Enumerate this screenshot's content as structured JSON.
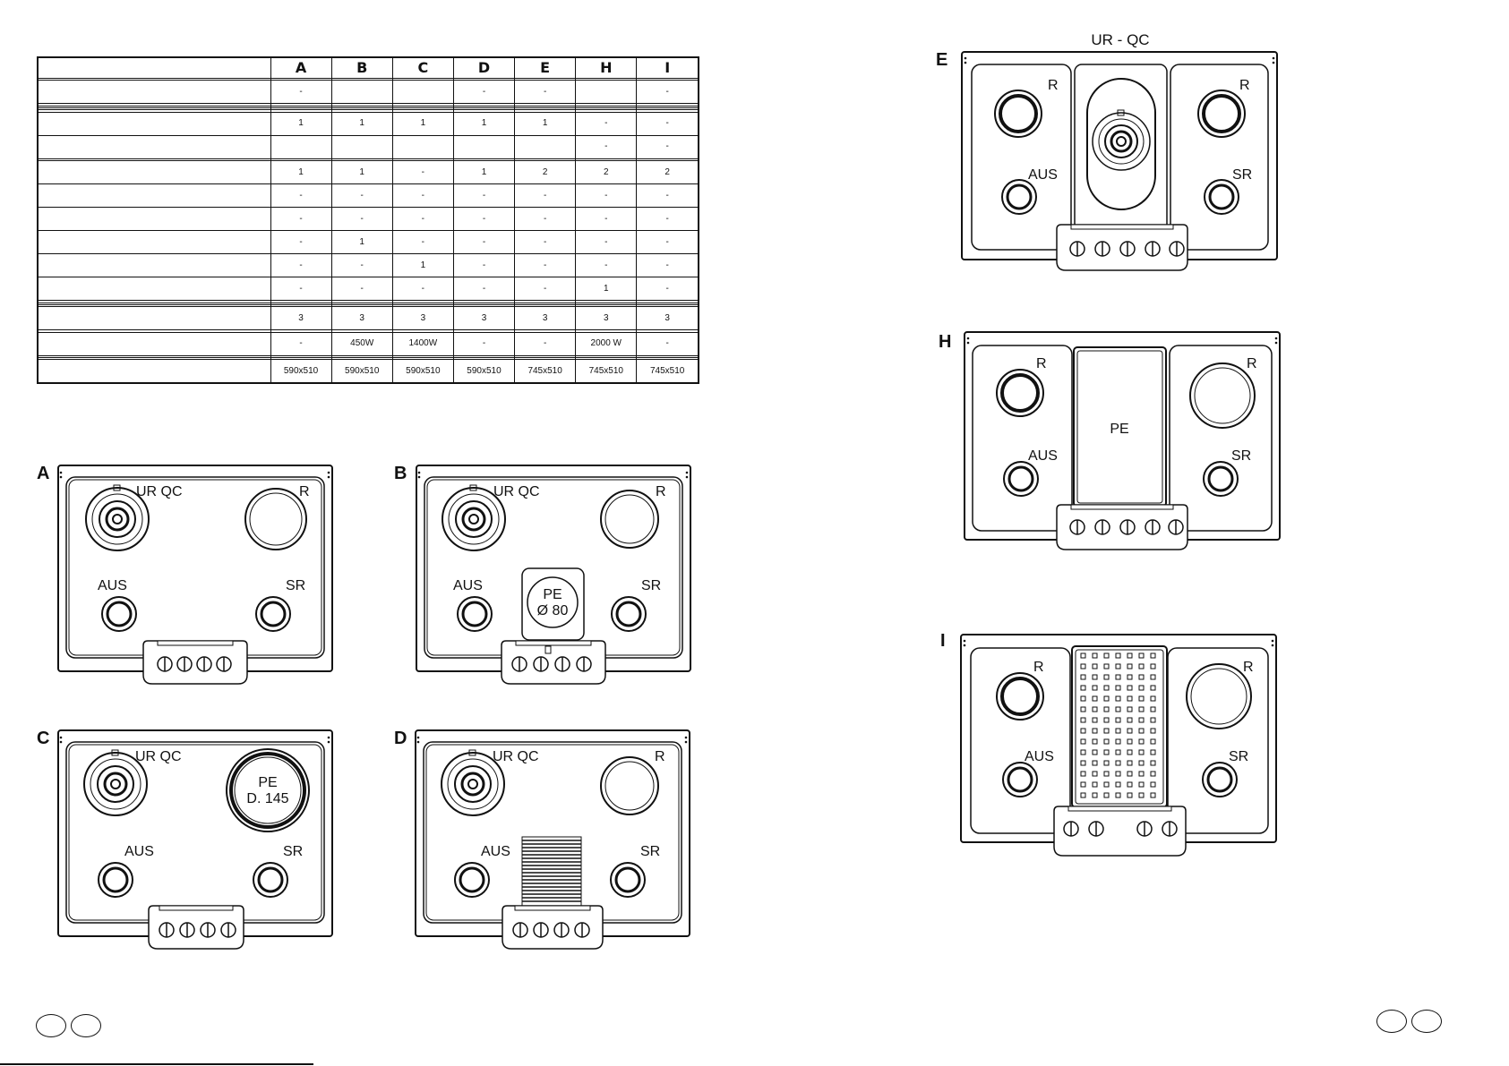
{
  "table": {
    "columns": [
      "A",
      "B",
      "C",
      "D",
      "E",
      "H",
      "I"
    ],
    "rows": [
      [
        "",
        "",
        "",
        "",
        "",
        "",
        ""
      ],
      [
        "-",
        "",
        "",
        "-",
        "-",
        "",
        "-"
      ],
      [
        "",
        "",
        "",
        "",
        "",
        "",
        ""
      ],
      [
        "",
        "",
        "",
        "",
        "",
        "",
        ""
      ],
      [
        "",
        "",
        "",
        "",
        "",
        "",
        ""
      ],
      [
        "",
        "",
        "",
        "",
        "",
        "",
        ""
      ],
      [
        "1",
        "1",
        "1",
        "1",
        "1",
        "-",
        "-"
      ],
      [
        "",
        "",
        "",
        "",
        "",
        "-",
        "-"
      ],
      [
        "",
        "",
        "",
        "",
        "",
        "",
        ""
      ],
      [
        "1",
        "1",
        "-",
        "1",
        "2",
        "2",
        "2"
      ],
      [
        "-",
        "-",
        "-",
        "-",
        "-",
        "-",
        "-"
      ],
      [
        "-",
        "-",
        "-",
        "-",
        "-",
        "-",
        "-"
      ],
      [
        "-",
        "1",
        "-",
        "-",
        "-",
        "-",
        "-"
      ],
      [
        "-",
        "-",
        "1",
        "-",
        "-",
        "-",
        "-"
      ],
      [
        "-",
        "-",
        "-",
        "-",
        "-",
        "1",
        "-"
      ],
      [
        "",
        "",
        "",
        "",
        "",
        "",
        ""
      ],
      [
        "",
        "",
        "",
        "",
        "",
        "",
        ""
      ],
      [
        "",
        "",
        "",
        "",
        "",
        "",
        ""
      ],
      [
        "3",
        "3",
        "3",
        "3",
        "3",
        "3",
        "3"
      ],
      [
        "",
        "",
        "",
        "",
        "",
        "",
        ""
      ],
      [
        "-",
        "450W",
        "1400W",
        "-",
        "-",
        "2000 W",
        "-"
      ],
      [
        "",
        "",
        "",
        "",
        "",
        "",
        ""
      ],
      [
        "",
        "",
        "",
        "",
        "",
        "",
        ""
      ],
      [
        "590x510",
        "590x510",
        "590x510",
        "590x510",
        "745x510",
        "745x510",
        "745x510"
      ]
    ]
  },
  "panels": {
    "A": {
      "letter": "A",
      "burner1": "UR QC",
      "burner2": "R",
      "burner3": "AUS",
      "burner4": "SR"
    },
    "B": {
      "letter": "B",
      "burner1": "UR QC",
      "burner2": "R",
      "burner3": "AUS",
      "burner4": "SR",
      "plate_line1": "PE",
      "plate_line2": "Ø 80"
    },
    "C": {
      "letter": "C",
      "burner1": "UR QC",
      "burner3": "AUS",
      "burner4": "SR",
      "plate_line1": "PE",
      "plate_line2": "D. 145"
    },
    "D": {
      "letter": "D",
      "burner1": "UR QC",
      "burner2": "R",
      "burner3": "AUS",
      "burner4": "SR"
    },
    "E": {
      "letter": "E",
      "title": "UR - QC",
      "burner_r1": "R",
      "burner_r2": "R",
      "burner_aus": "AUS",
      "burner_sr": "SR"
    },
    "H": {
      "letter": "H",
      "burner_r1": "R",
      "burner_r2": "R",
      "burner_aus": "AUS",
      "burner_sr": "SR",
      "plate": "PE"
    },
    "I": {
      "letter": "I",
      "burner_r1": "R",
      "burner_r2": "R",
      "burner_aus": "AUS",
      "burner_sr": "SR"
    }
  }
}
